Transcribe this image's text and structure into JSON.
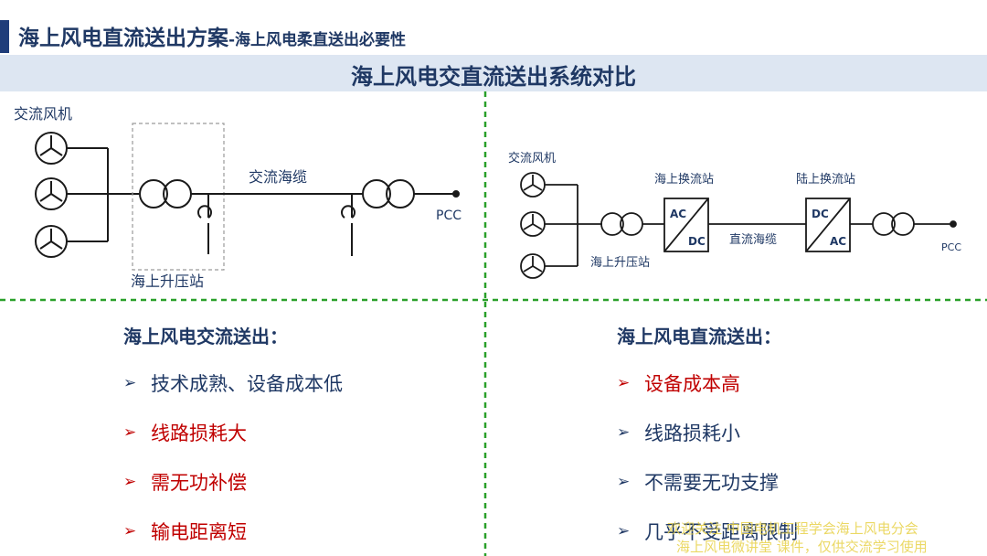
{
  "header": {
    "title": "海上风电直流送出方案",
    "subtitle": "-海上风电柔直送出必要性",
    "section_title": "海上风电交直流送出系统对比"
  },
  "ac_diagram": {
    "turbines_label": "交流风机",
    "cable_label": "交流海缆",
    "substation_label": "海上升压站",
    "pcc_label": "PCC"
  },
  "dc_diagram": {
    "turbines_label": "交流风机",
    "offshore_station_label": "海上换流站",
    "onshore_station_label": "陆上换流站",
    "cable_label": "直流海缆",
    "substation_label": "海上升压站",
    "pcc_label": "PCC",
    "conv1_top": "AC",
    "conv1_bottom": "DC",
    "conv2_top": "DC",
    "conv2_bottom": "AC"
  },
  "ac_section": {
    "heading": "海上风电交流送出：",
    "items": [
      {
        "text": "技术成熟、设备成本低",
        "highlight": false
      },
      {
        "text": "线路损耗大",
        "highlight": true
      },
      {
        "text": "需无功补偿",
        "highlight": true
      },
      {
        "text": "输电距离短",
        "highlight": true
      }
    ]
  },
  "dc_section": {
    "heading": "海上风电直流送出：",
    "items": [
      {
        "text": "设备成本高",
        "highlight": true
      },
      {
        "text": "线路损耗小",
        "highlight": false
      },
      {
        "text": "不需要无功支撑",
        "highlight": false
      },
      {
        "text": "几乎不受距离限制",
        "highlight": false
      }
    ]
  },
  "bullet_icon": "arrow-right-icon",
  "colors": {
    "primary": "#1f3864",
    "highlight": "#c00000",
    "divider": "#2aa02a",
    "band": "#dde6f2"
  },
  "watermark": {
    "line1": "欢迎关注 中国电机工程学会海上风电分会",
    "line2": "海上风电微讲堂 课件，仅供交流学习使用"
  }
}
